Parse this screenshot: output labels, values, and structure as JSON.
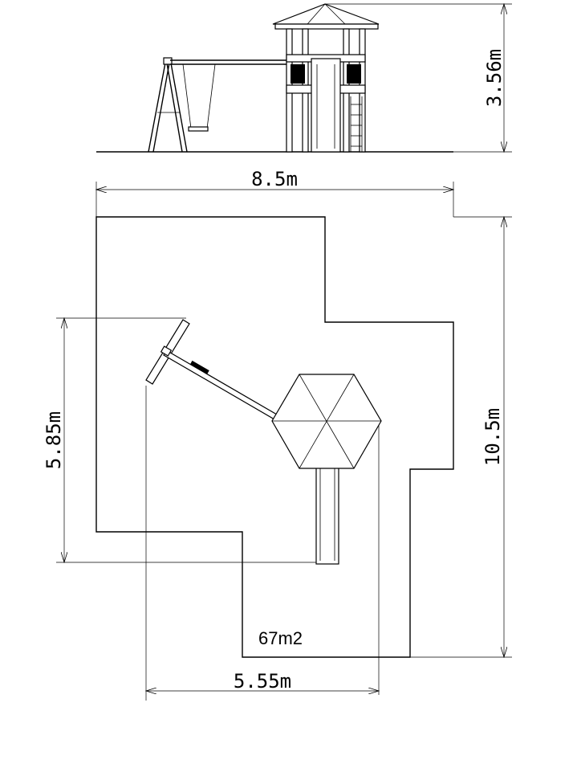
{
  "dimensions": {
    "height": "3.56m",
    "width": "8.5m",
    "depth": "10.5m",
    "swing_length": "5.85m",
    "tower_span": "5.55m"
  },
  "area_label": "67m2"
}
